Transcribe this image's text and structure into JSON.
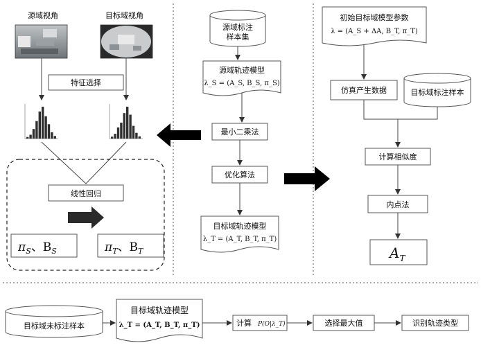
{
  "left_panel": {
    "source_view_label": "源域视角",
    "target_view_label": "目标域视角",
    "feature_select_label": "特征选择",
    "linear_regression_label": "线性回归",
    "source_params": {
      "pi": "π",
      "sub": "S",
      "sep": "、B",
      "sub2": "S"
    },
    "target_params": {
      "pi": "π",
      "sub": "T",
      "sep": "、B",
      "sub2": "T"
    }
  },
  "middle_panel": {
    "source_labeled_set": [
      "源域标注",
      "样本集"
    ],
    "source_model_title": "源域轨迹模型",
    "source_model_formula": "λ_S = (A_S, B_S, π_S)",
    "least_squares_label": "最小二乘法",
    "optimization_label": "优化算法",
    "target_model_title": "目标域轨迹模型",
    "target_model_formula": "λ_T = (A_T, B_T, π_T)"
  },
  "right_panel": {
    "initial_params_title": "初始目标域模型参数",
    "initial_params_formula": "λ = (A_S + ΔA, B_T, π_T)",
    "simulate_label": "仿真产生数据",
    "target_labeled_sample": "目标域标注样本",
    "compute_similarity_label": "计算相似度",
    "interior_point_label": "内点法",
    "result_label": {
      "main": "A",
      "sub": "T"
    }
  },
  "bottom_flow": {
    "unlabeled_sample": "目标域未标注样本",
    "model_title": "目标域轨迹模型",
    "model_formula": "λ_T = (A_T, B_T, π_T)",
    "compute_label": "计算",
    "compute_formula": "P(O|λ_T)",
    "select_max_label": "选择最大值",
    "identify_label": "识别轨迹类型"
  },
  "histograms": {
    "source_bins": [
      0.05,
      0.12,
      0.3,
      0.55,
      0.85,
      1.0,
      0.7,
      0.45,
      0.2,
      0.08
    ],
    "target_bins": [
      0.06,
      0.15,
      0.35,
      0.5,
      0.8,
      1.0,
      0.75,
      0.4,
      0.18,
      0.07
    ]
  }
}
